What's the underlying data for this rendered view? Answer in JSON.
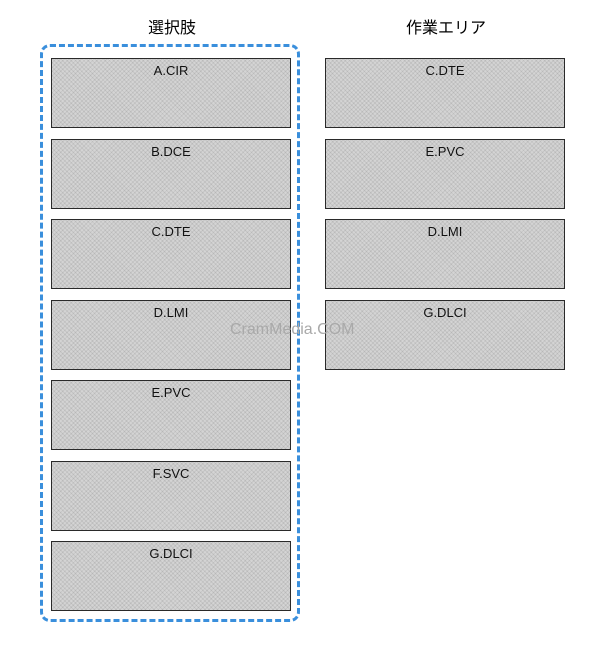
{
  "titles": {
    "choices": "選択肢",
    "work_area": "作業エリア"
  },
  "choices": [
    "A.CIR",
    "B.DCE",
    "C.DTE",
    "D.LMI",
    "E.PVC",
    "F.SVC",
    "G.DLCI"
  ],
  "work_area": [
    "C.DTE",
    "E.PVC",
    "D.LMI",
    "G.DLCI"
  ],
  "watermark": "CramMedia.COM",
  "colors": {
    "frame": "#3a8fdc",
    "card_fill": "#d4d4d4",
    "card_border": "#2a2a2a"
  }
}
